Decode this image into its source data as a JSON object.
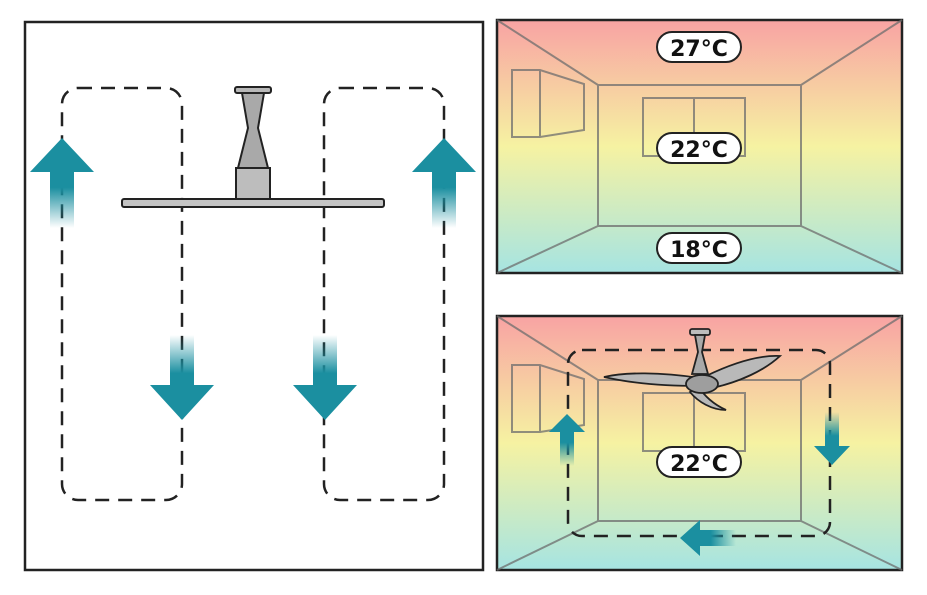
{
  "top_room": {
    "ceiling_temp": "27°C",
    "middle_temp": "22°C",
    "floor_temp": "18°C"
  },
  "bottom_room": {
    "room_temp": "22°C"
  },
  "colors": {
    "arrow": "#1b8fa0",
    "hot": "#f7a2a2",
    "warm": "#f7f2a0",
    "cool": "#a8e6e2",
    "stroke": "#222222"
  }
}
